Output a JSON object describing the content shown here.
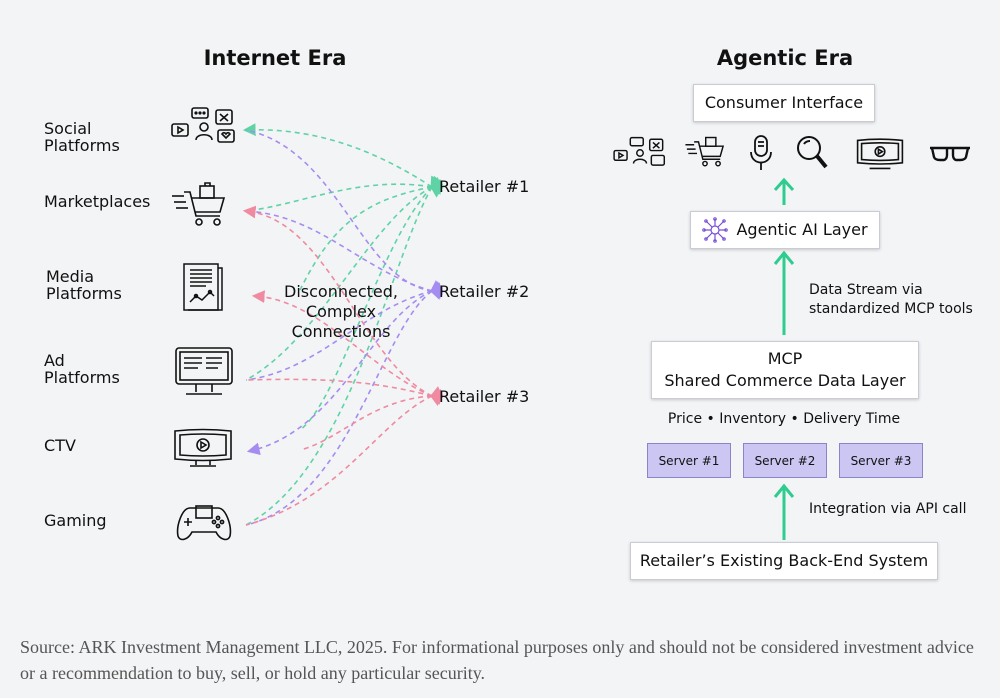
{
  "internet_era": {
    "title": "Internet Era",
    "channels": [
      {
        "label": "Social\nPlatforms",
        "icon": "social-icons-cluster"
      },
      {
        "label": "Marketplaces",
        "icon": "shopping-cart-icon"
      },
      {
        "label": "Media\nPlatforms",
        "icon": "document-chart-icon"
      },
      {
        "label": "Ad\nPlatforms",
        "icon": "monitor-icon"
      },
      {
        "label": "CTV",
        "icon": "tv-play-icon"
      },
      {
        "label": "Gaming",
        "icon": "gamepad-icon"
      }
    ],
    "retailers": [
      "Retailer #1",
      "Retailer #2",
      "Retailer #3"
    ],
    "center_label": "Disconnected,\nComplex\nConnections",
    "colors": {
      "retailer1": "#5fd3a6",
      "retailer2": "#a58cf0",
      "retailer3": "#ef8aa0"
    }
  },
  "agentic_era": {
    "title": "Agentic Era",
    "consumer_interface": "Consumer Interface",
    "device_icons": [
      "social-icons-cluster",
      "shopping-cart-icon",
      "microphone-icon",
      "magnifier-icon",
      "tv-play-icon",
      "glasses-icon"
    ],
    "agentic_layer": "Agentic AI Layer",
    "data_stream_note": "Data Stream via\nstandardized MCP tools",
    "mcp_title": "MCP",
    "mcp_subtitle": "Shared Commerce Data Layer",
    "attributes": "Price • Inventory • Delivery Time",
    "servers": [
      "Server #1",
      "Server #2",
      "Server #3"
    ],
    "integration_note": "Integration via API call",
    "backend": "Retailer’s Existing Back-End System",
    "arrow_color": "#2ecc8f"
  },
  "source": "Source: ARK Investment Management LLC, 2025. For informational purposes only and should not be considered investment advice or a recommendation to buy, sell, or hold any particular security."
}
